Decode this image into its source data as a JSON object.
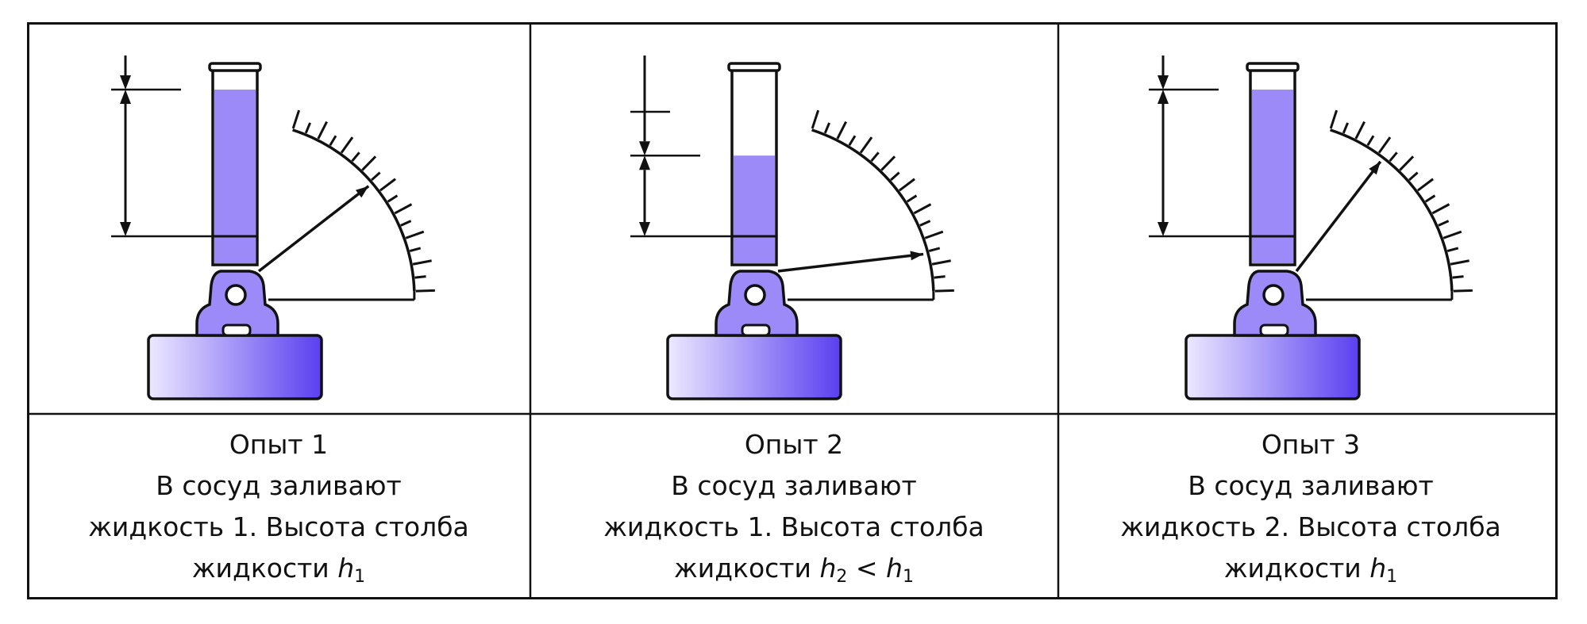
{
  "colors": {
    "liquid": "#9b8af8",
    "base_light": "#ece9ff",
    "base_dark": "#5a3ff0",
    "outline": "#111111"
  },
  "panels": [
    {
      "title": "Опыт 1",
      "line1": "В сосуд заливают",
      "line2": "жидкость 1. Высота столба",
      "line3_prefix": "жидкости ",
      "h_main": "h",
      "h_main_sub": "1",
      "relation": "",
      "h_ref": "",
      "h_ref_sub": "",
      "liquid_level": 1.0,
      "gauge_reading": 0.55
    },
    {
      "title": "Опыт 2",
      "line1": "В сосуд заливают",
      "line2": "жидкость 1. Высота столба",
      "line3_prefix": "жидкости ",
      "h_main": "h",
      "h_main_sub": "2",
      "relation": " < ",
      "h_ref": "h",
      "h_ref_sub": "1",
      "liquid_level": 0.55,
      "gauge_reading": 0.18
    },
    {
      "title": "Опыт 3",
      "line1": "В сосуд заливают",
      "line2": "жидкость 2. Высота столба",
      "line3_prefix": "жидкости ",
      "h_main": "h",
      "h_main_sub": "1",
      "relation": "",
      "h_ref": "",
      "h_ref_sub": "",
      "liquid_level": 1.0,
      "gauge_reading": 0.72
    }
  ]
}
